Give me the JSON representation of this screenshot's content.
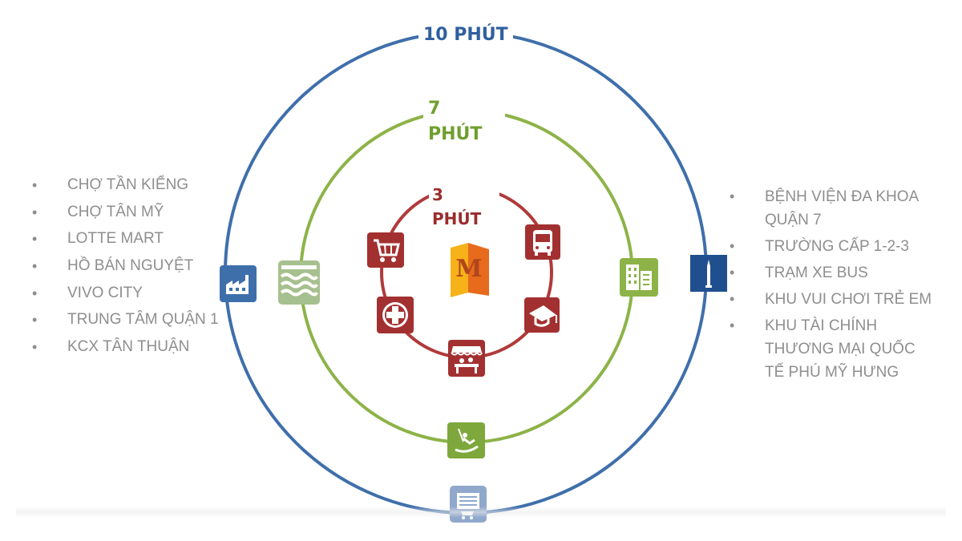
{
  "rings": {
    "outer": {
      "label": "10 PHÚT",
      "color": "#3f6fab"
    },
    "middle": {
      "label_line1": "7",
      "label_line2": "PHÚT",
      "color": "#8db348"
    },
    "inner": {
      "label_line1": "3",
      "label_line2": "PHÚT",
      "color": "#b03a3a"
    }
  },
  "center_logo": {
    "letter": "M",
    "colors": [
      "#f7b21a",
      "#e86a1c"
    ]
  },
  "left_list": [
    "CHỢ TẦN KIỂNG",
    "CHỢ TÂN MỸ",
    "LOTTE MART",
    "HỒ BÁN NGUYỆT",
    "VIVO CITY",
    "TRUNG TÂM QUẬN 1",
    "KCX TÂN THUẬN"
  ],
  "right_list": [
    [
      "BỆNH VIỆN ĐA KHOA",
      "QUẬN 7"
    ],
    [
      "TRƯỜNG CẤP 1-2-3"
    ],
    [
      "TRẠM XE BUS"
    ],
    [
      "KHU VUI CHƠI TRẺ EM"
    ],
    [
      "KHU TÀI CHÍNH",
      "THƯƠNG MẠI QUỐC",
      "TẾ PHÚ MỸ HƯNG"
    ]
  ],
  "bullet": "•",
  "icons": {
    "outer": [
      "factory-icon",
      "tower-icon",
      "shop-icon"
    ],
    "middle": [
      "lake-icon",
      "office-building-icon",
      "playground-swing-icon"
    ],
    "inner": [
      "shopping-cart-icon",
      "bus-icon",
      "graduation-cap-icon",
      "market-stall-icon",
      "hospital-cross-icon"
    ]
  }
}
